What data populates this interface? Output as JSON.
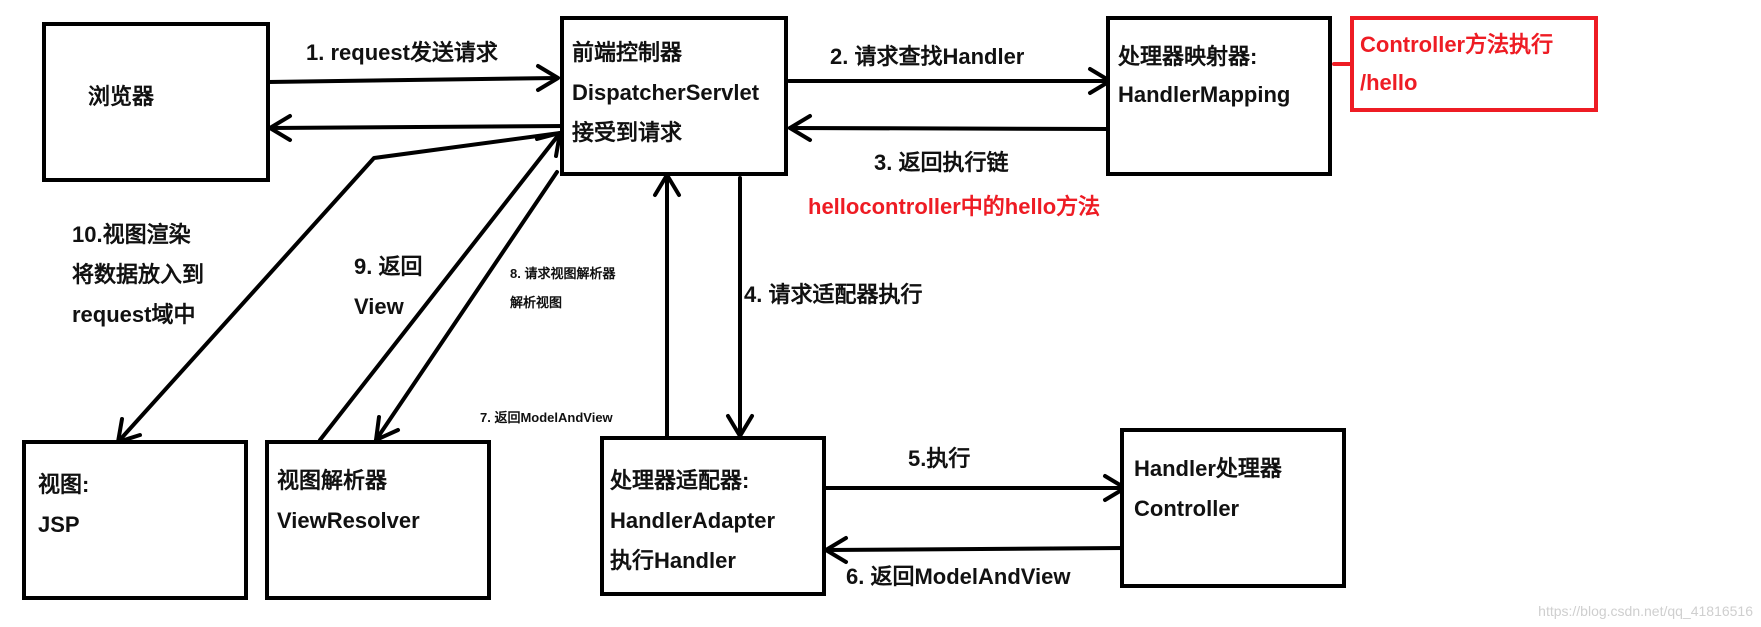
{
  "colors": {
    "line": "#000000",
    "highlight": "#ee1c24",
    "watermark": "#cfcfcf"
  },
  "boxes": {
    "browser": {
      "label": "浏览器"
    },
    "dispatcher": {
      "line1": "前端控制器",
      "line2": "DispatcherServlet",
      "line3": "接受到请求"
    },
    "handler_mapping": {
      "line1": "处理器映射器:",
      "line2": "HandlerMapping"
    },
    "note": {
      "line1": "Controller方法执行",
      "line2": "/hello"
    },
    "jsp": {
      "line1": "视图:",
      "line2": "JSP"
    },
    "view_resolver": {
      "line1": "视图解析器",
      "line2": "ViewResolver"
    },
    "handler_adapter": {
      "line1": "处理器适配器:",
      "line2": "HandlerAdapter",
      "line3": "执行Handler"
    },
    "controller": {
      "line1": "Handler处理器",
      "line2": "Controller"
    }
  },
  "steps": {
    "s1": "1. request发送请求",
    "s2": "2. 请求查找Handler",
    "s3": "3. 返回执行链",
    "s3_note": "hellocontroller中的hello方法",
    "s4": "4. 请求适配器执行",
    "s5": "5.执行",
    "s6": "6. 返回ModelAndView",
    "s7": "7. 返回ModelAndView",
    "s8_line1": "8. 请求视图解析器",
    "s8_line2": "解析视图",
    "s9_line1": "9. 返回",
    "s9_line2": "View",
    "s10_line1": "10.视图渲染",
    "s10_line2": "将数据放入到",
    "s10_line3": "request域中"
  },
  "watermark": "https://blog.csdn.net/qq_41816516"
}
